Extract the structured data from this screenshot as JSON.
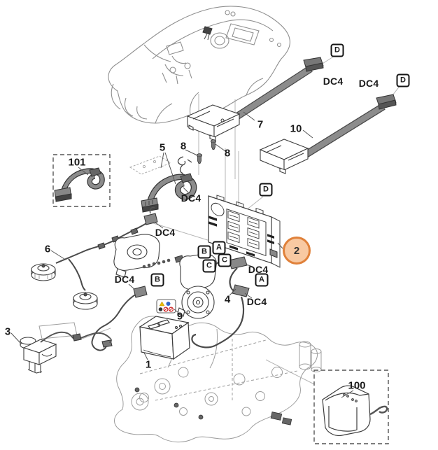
{
  "diagram": {
    "type": "exploded-parts-diagram",
    "subject": "robotic-mower-electrical-wiring"
  },
  "parts": {
    "n1": "1",
    "n2": "2",
    "n3": "3",
    "n4": "4",
    "n5": "5",
    "n6": "6",
    "n7": "7",
    "n8": "8",
    "n9": "9",
    "n10": "10",
    "n100": "100",
    "n101": "101"
  },
  "connector_labels": {
    "dc4": "DC4"
  },
  "slot_labels": {
    "a": "A",
    "b": "B",
    "c": "C",
    "d": "D"
  },
  "highlight": {
    "part": "2",
    "fill": "#f8c9a2",
    "border": "#e0813a"
  },
  "safety_label": {
    "icons": [
      "warning-triangle-icon",
      "info-circle-icon",
      "read-manual-icon",
      "no-touch-icon",
      "keep-away-icon"
    ],
    "colors": {
      "warning_yellow": "#edbb00",
      "info_blue": "#2f66c8",
      "alert_red": "#cc2222"
    }
  },
  "artwork_colors": {
    "line_dark": "#3d3d3d",
    "line_light": "#9d9d9d",
    "ribbon_gray": "#8c8c8c",
    "connector_gray": "#777777"
  }
}
